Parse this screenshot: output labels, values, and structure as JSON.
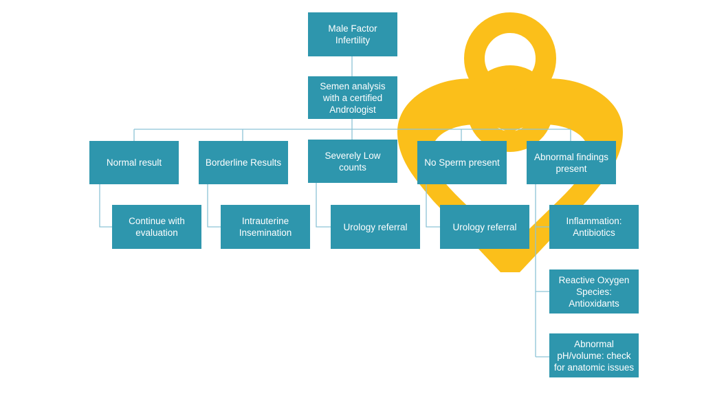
{
  "colors": {
    "box": "#2e96ad",
    "text": "#ffffff",
    "connector": "#8cc4d6",
    "logo": "#fbbf1a"
  },
  "logo": {
    "icon": "yellow-heart-figure-logo"
  },
  "nodes": {
    "root": "Male Factor\nInfertility",
    "semen": "Semen analysis\nwith a certified\nAndrologist",
    "normal": "Normal result",
    "borderline": "Borderline Results",
    "severe": "Severely Low\ncounts",
    "nosperm": "No Sperm present",
    "abnormal": "Abnormal findings\npresent",
    "continue": "Continue with\nevaluation",
    "iui": "Intrauterine\nInsemination",
    "urology1": "Urology referral",
    "urology2": "Urology referral",
    "inflammation": "Inflammation:\nAntibiotics",
    "ros": "Reactive Oxygen\nSpecies:\nAntioxidants",
    "ph": "Abnormal\npH/volume: check\nfor anatomic issues"
  }
}
